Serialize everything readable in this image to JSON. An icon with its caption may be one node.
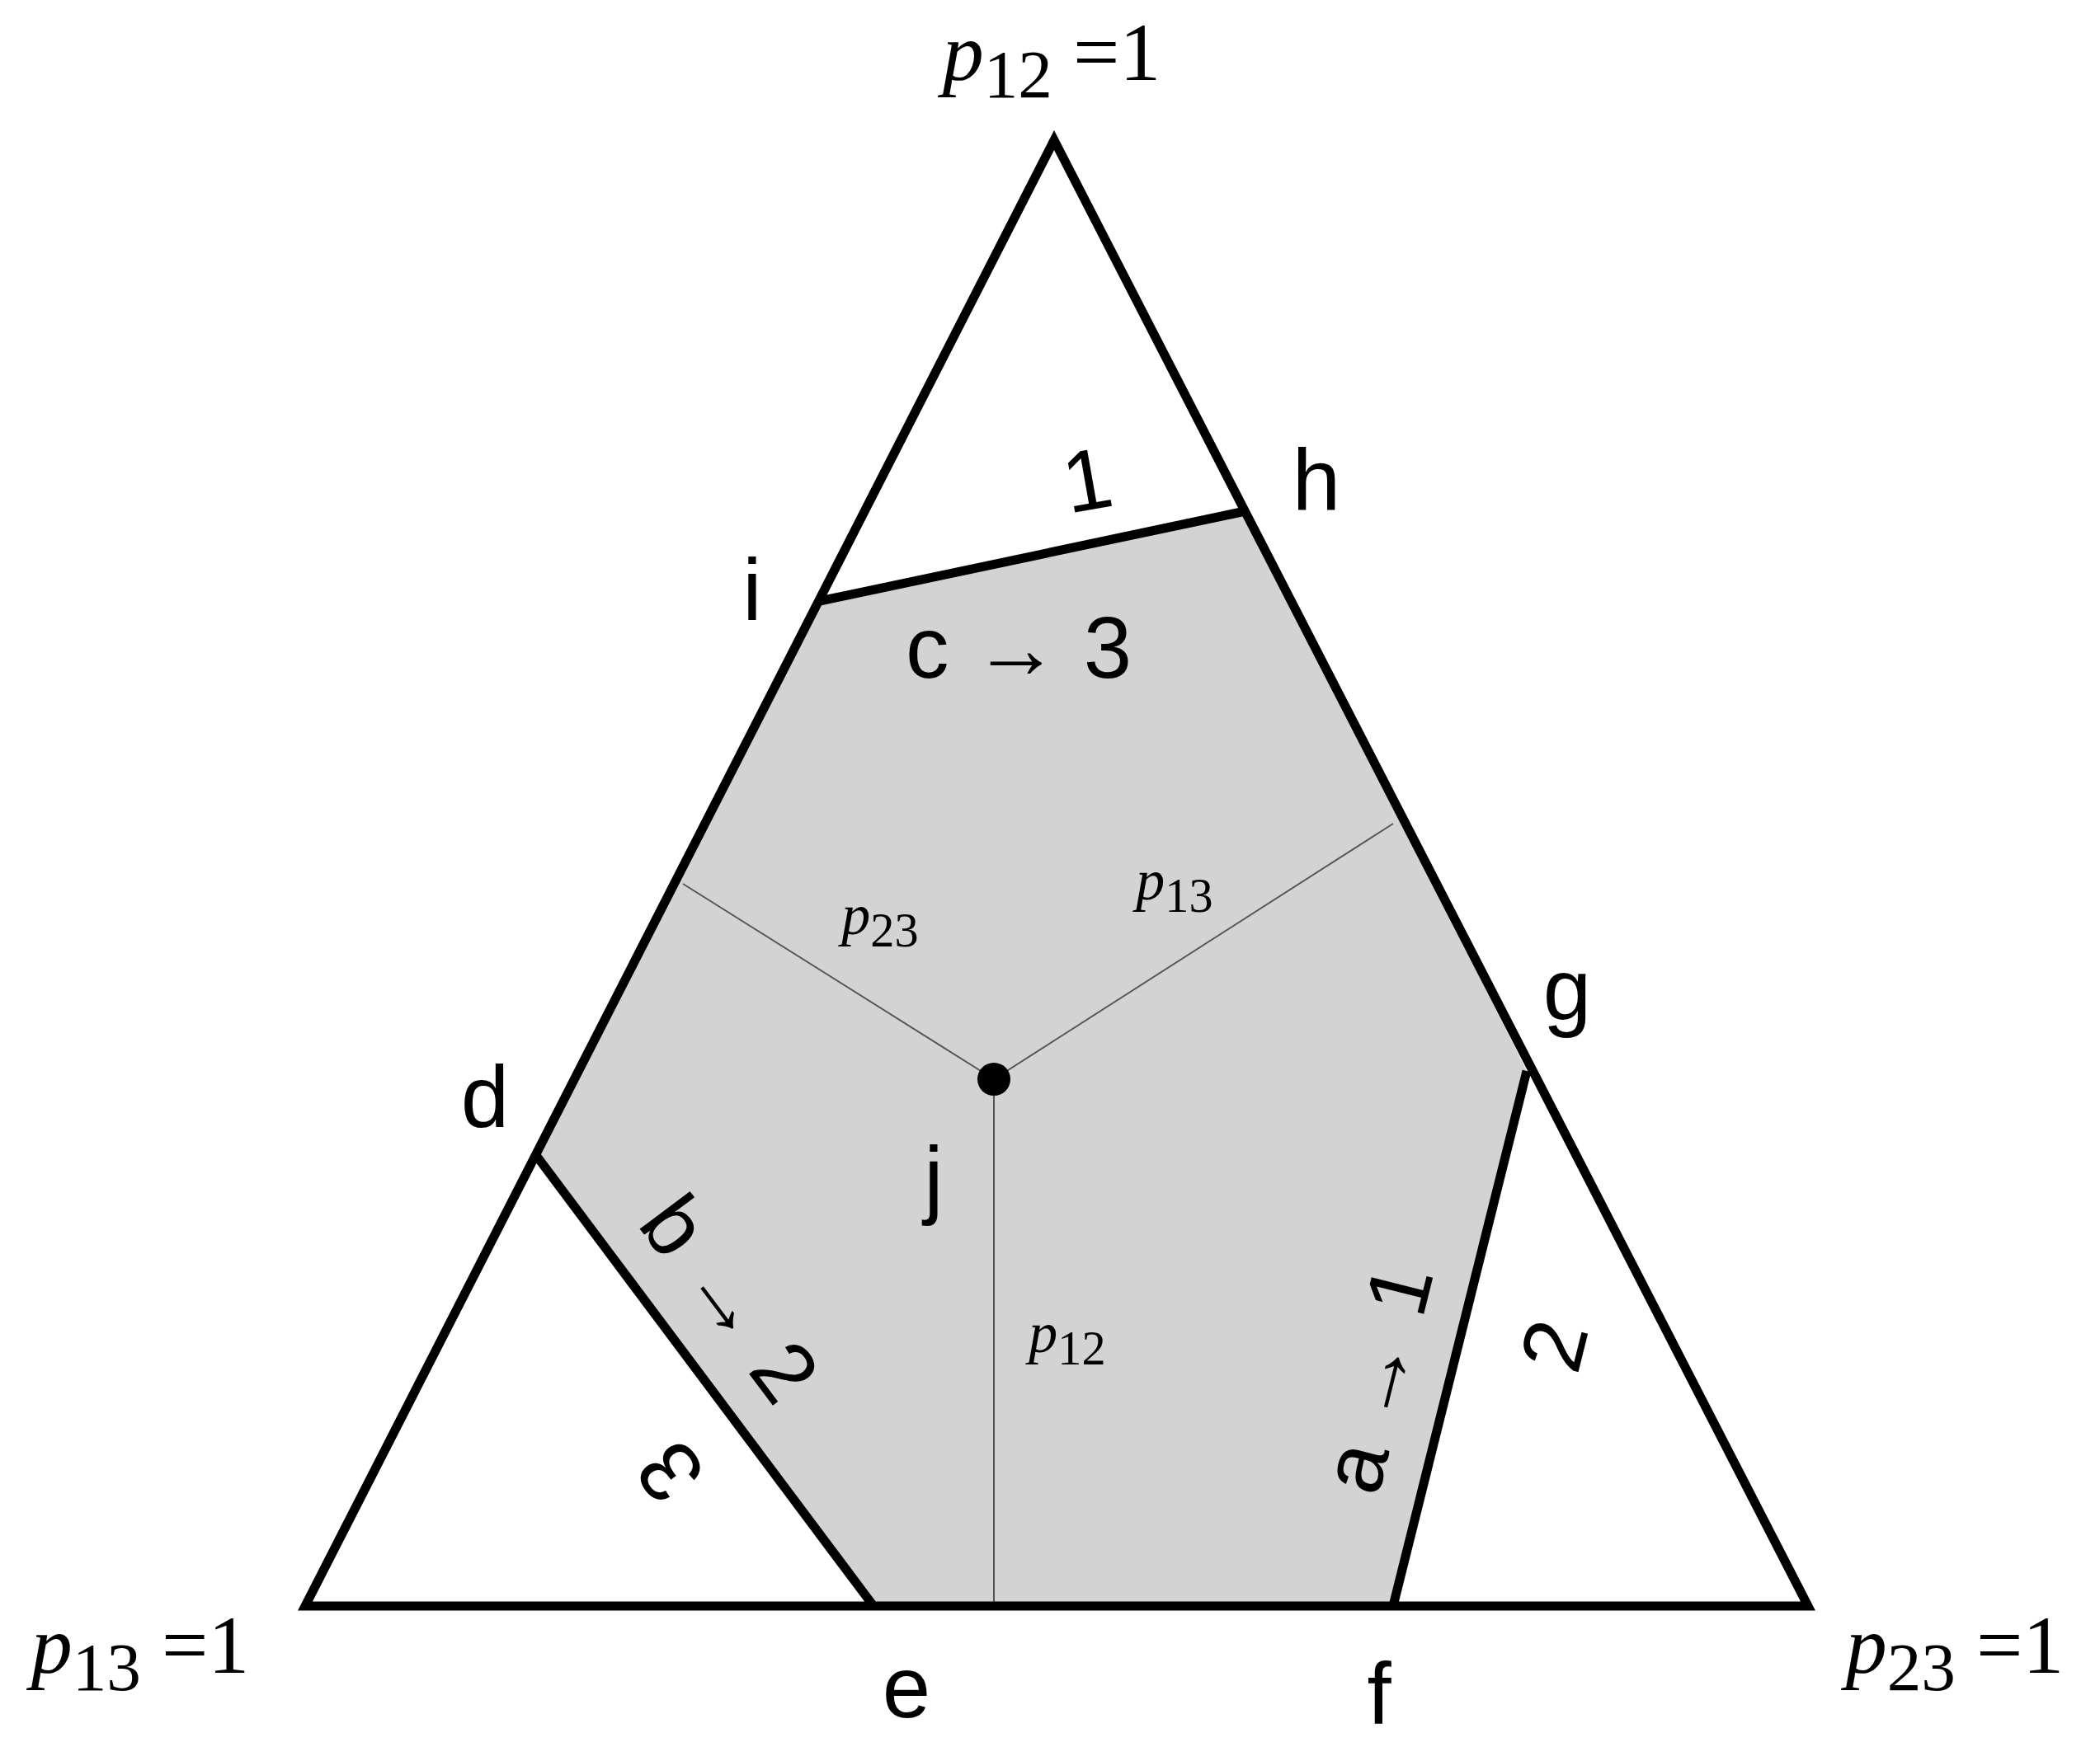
{
  "diagram": {
    "labels": [
      "*p*$_{12}$ =1",
      "1",
      "h",
      "i",
      "c → 3",
      "*p*$_{23}$",
      "*p*$_{13}$",
      "g",
      "d",
      "j",
      "b → 2",
      "*p*$_{12}$",
      "a → 1",
      "2",
      "3",
      "*p*$_{13}$ =1",
      "e",
      "f",
      "*p*$_{23}$ =1"
    ]
  }
}
